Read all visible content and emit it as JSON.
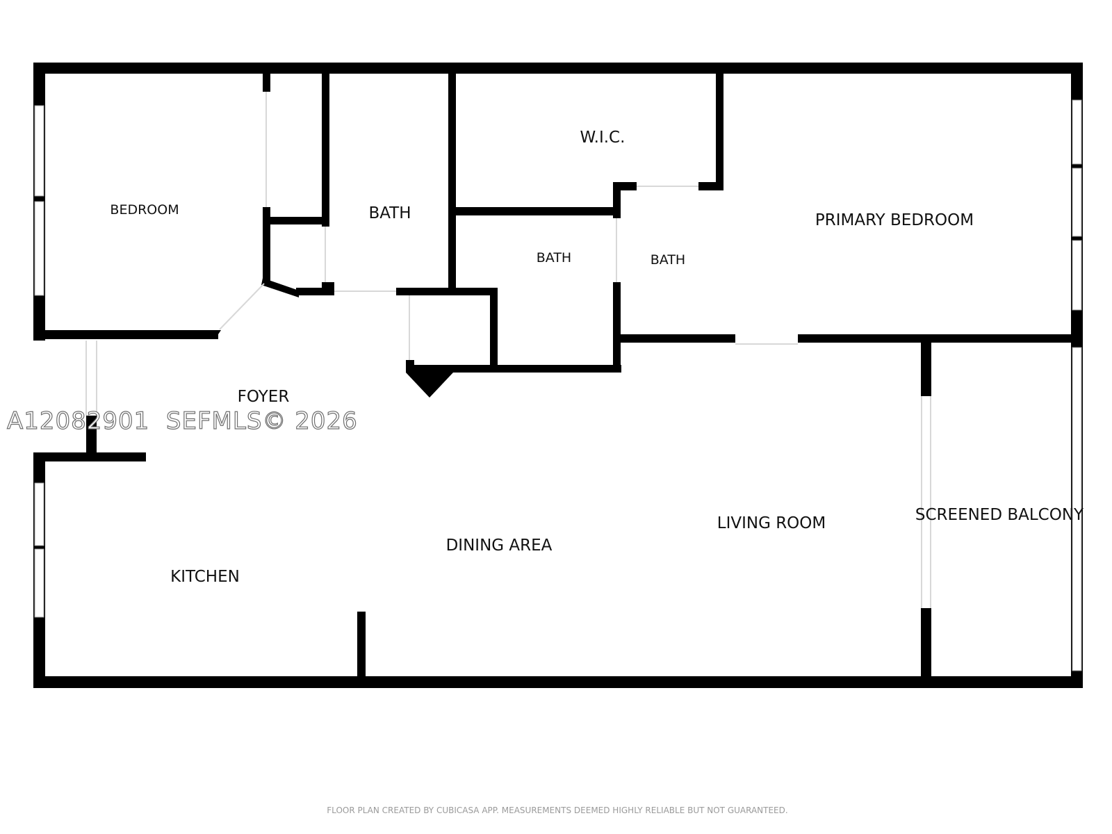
{
  "rooms": {
    "bedroom": "BEDROOM",
    "bath_1": "BATH",
    "wic": "W.I.C.",
    "bath_2": "BATH",
    "bath_3": "BATH",
    "primary_bedroom": "PRIMARY BEDROOM",
    "foyer": "FOYER",
    "kitchen": "KITCHEN",
    "dining_area": "DINING AREA",
    "living_room": "LIVING ROOM",
    "screened_balcony": "SCREENED BALCONY"
  },
  "watermark": "A12082901  SEFMLS© 2026",
  "footer": "FLOOR PLAN CREATED BY CUBICASA APP. MEASUREMENTS DEEMED HIGHLY RELIABLE BUT NOT GUARANTEED."
}
